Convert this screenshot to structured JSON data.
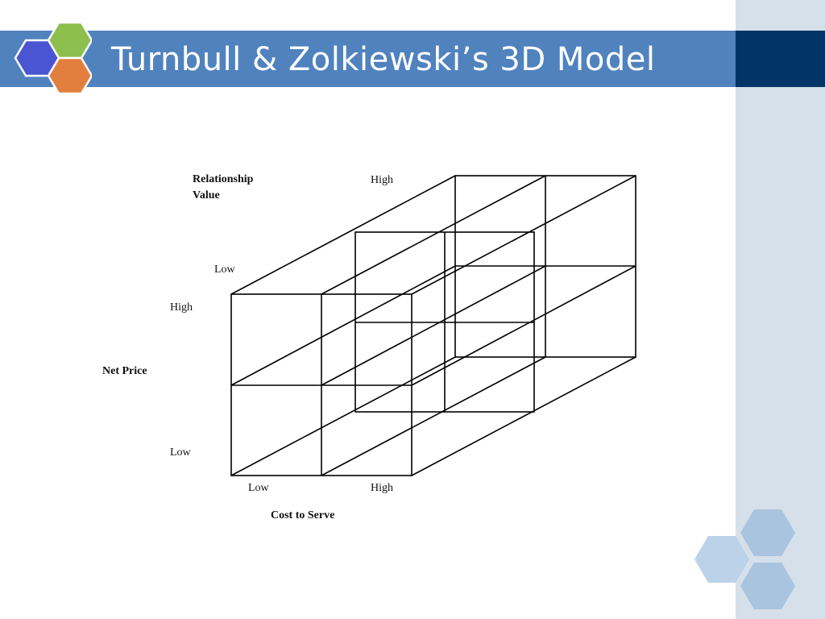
{
  "slide": {
    "title": "Turnbull & Zolkiewski’s 3D Model"
  },
  "diagram": {
    "axes": {
      "relationship_value": {
        "label_line1": "Relationship",
        "label_line2": "Value",
        "high": "High",
        "low": "Low"
      },
      "net_price": {
        "label": "Net Price",
        "high": "High",
        "low": "Low"
      },
      "cost_to_serve": {
        "label": "Cost to Serve",
        "low": "Low",
        "high": "High"
      }
    }
  },
  "colors": {
    "title_bar": "#5082be",
    "title_bar_dark": "#003366",
    "side_panel": "#d6e0ea",
    "hex_blue": "#4a55d4",
    "hex_green": "#8cbf4e",
    "hex_orange": "#e27f3f",
    "deco_hex": "#a9c4df"
  },
  "icons": [
    "logo-hexagon-cluster",
    "decorative-hexagon-cluster"
  ]
}
